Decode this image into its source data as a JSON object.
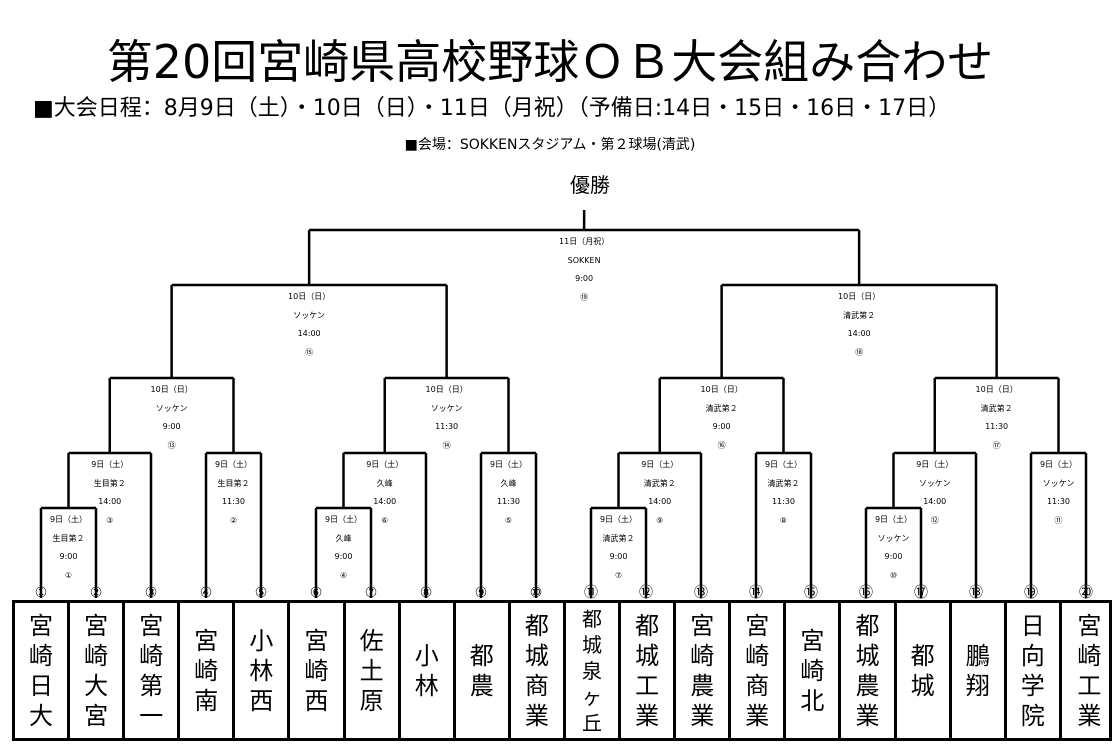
{
  "title": "第20回宮崎県高校野球ＯＢ大会組み合わせ",
  "schedule": "■大会日程：8月9日（土）・10日（日）・11日（月祝）（予備日:14日・15日・16日・17日）",
  "venue": "■会場：SOKKENスタジアム・第２球場(清武)",
  "champion_label": "優勝",
  "slot_numbers": [
    "①",
    "②",
    "③",
    "④",
    "⑤",
    "⑥",
    "⑦",
    "⑧",
    "⑨",
    "⑩",
    "⑪",
    "⑫",
    "⑬",
    "⑭",
    "⑮",
    "⑯",
    "⑰",
    "⑱",
    "⑲",
    "⑳"
  ],
  "teams": [
    {
      "chars": [
        "宮",
        "崎",
        "日",
        "大"
      ]
    },
    {
      "chars": [
        "宮",
        "崎",
        "大",
        "宮"
      ]
    },
    {
      "chars": [
        "宮",
        "崎",
        "第",
        "一"
      ]
    },
    {
      "chars": [
        "宮",
        "崎",
        "南"
      ]
    },
    {
      "chars": [
        "小",
        "林",
        "西"
      ]
    },
    {
      "chars": [
        "宮",
        "崎",
        "西"
      ]
    },
    {
      "chars": [
        "佐",
        "土",
        "原"
      ]
    },
    {
      "chars": [
        "小",
        "林"
      ]
    },
    {
      "chars": [
        "都",
        "農"
      ]
    },
    {
      "chars": [
        "都",
        "城",
        "商",
        "業"
      ]
    },
    {
      "chars": [
        "都",
        "城",
        "泉",
        "ヶ",
        "丘"
      ]
    },
    {
      "chars": [
        "都",
        "城",
        "工",
        "業"
      ]
    },
    {
      "chars": [
        "宮",
        "崎",
        "農",
        "業"
      ]
    },
    {
      "chars": [
        "宮",
        "崎",
        "商",
        "業"
      ]
    },
    {
      "chars": [
        "宮",
        "崎",
        "北"
      ]
    },
    {
      "chars": [
        "都",
        "城",
        "農",
        "業"
      ]
    },
    {
      "chars": [
        "都",
        "城"
      ]
    },
    {
      "chars": [
        "鵬",
        "翔"
      ]
    },
    {
      "chars": [
        "日",
        "向",
        "学",
        "院"
      ]
    },
    {
      "chars": [
        "宮",
        "崎",
        "工",
        "業"
      ]
    }
  ],
  "games": [
    {
      "day": "9日（土）",
      "venue": "生目第２",
      "time": "9:00",
      "num": "①"
    },
    {
      "day": "9日（土）",
      "venue": "生目第２",
      "time": "11:30",
      "num": "②"
    },
    {
      "day": "9日（土）",
      "venue": "生目第２",
      "time": "14:00",
      "num": "③"
    },
    {
      "day": "9日（土）",
      "venue": "久峰",
      "time": "9:00",
      "num": "④"
    },
    {
      "day": "9日（土）",
      "venue": "久峰",
      "time": "11:30",
      "num": "⑤"
    },
    {
      "day": "9日（土）",
      "venue": "久峰",
      "time": "14:00",
      "num": "⑥"
    },
    {
      "day": "9日（土）",
      "venue": "清武第２",
      "time": "9:00",
      "num": "⑦"
    },
    {
      "day": "9日（土）",
      "venue": "清武第２",
      "time": "11:30",
      "num": "⑧"
    },
    {
      "day": "9日（土）",
      "venue": "清武第２",
      "time": "14:00",
      "num": "⑨"
    },
    {
      "day": "9日（土）",
      "venue": "ソッケン",
      "time": "9:00",
      "num": "⑩"
    },
    {
      "day": "9日（土）",
      "venue": "ソッケン",
      "time": "11:30",
      "num": "⑪"
    },
    {
      "day": "9日（土）",
      "venue": "ソッケン",
      "time": "14:00",
      "num": "⑫"
    },
    {
      "day": "10日（日）",
      "venue": "ソッケン",
      "time": "9:00",
      "num": "⑬"
    },
    {
      "day": "10日（日）",
      "venue": "ソッケン",
      "time": "11:30",
      "num": "⑭"
    },
    {
      "day": "10日（日）",
      "venue": "ソッケン",
      "time": "14:00",
      "num": "⑮"
    },
    {
      "day": "10日（日）",
      "venue": "清武第２",
      "time": "9:00",
      "num": "⑯"
    },
    {
      "day": "10日（日）",
      "venue": "清武第２",
      "time": "11:30",
      "num": "⑰"
    },
    {
      "day": "10日（日）",
      "venue": "清武第２",
      "time": "14:00",
      "num": "⑱"
    },
    {
      "day": "11日（月祝）",
      "venue": "SOKKEN",
      "time": "9:00",
      "num": "⑲"
    }
  ]
}
